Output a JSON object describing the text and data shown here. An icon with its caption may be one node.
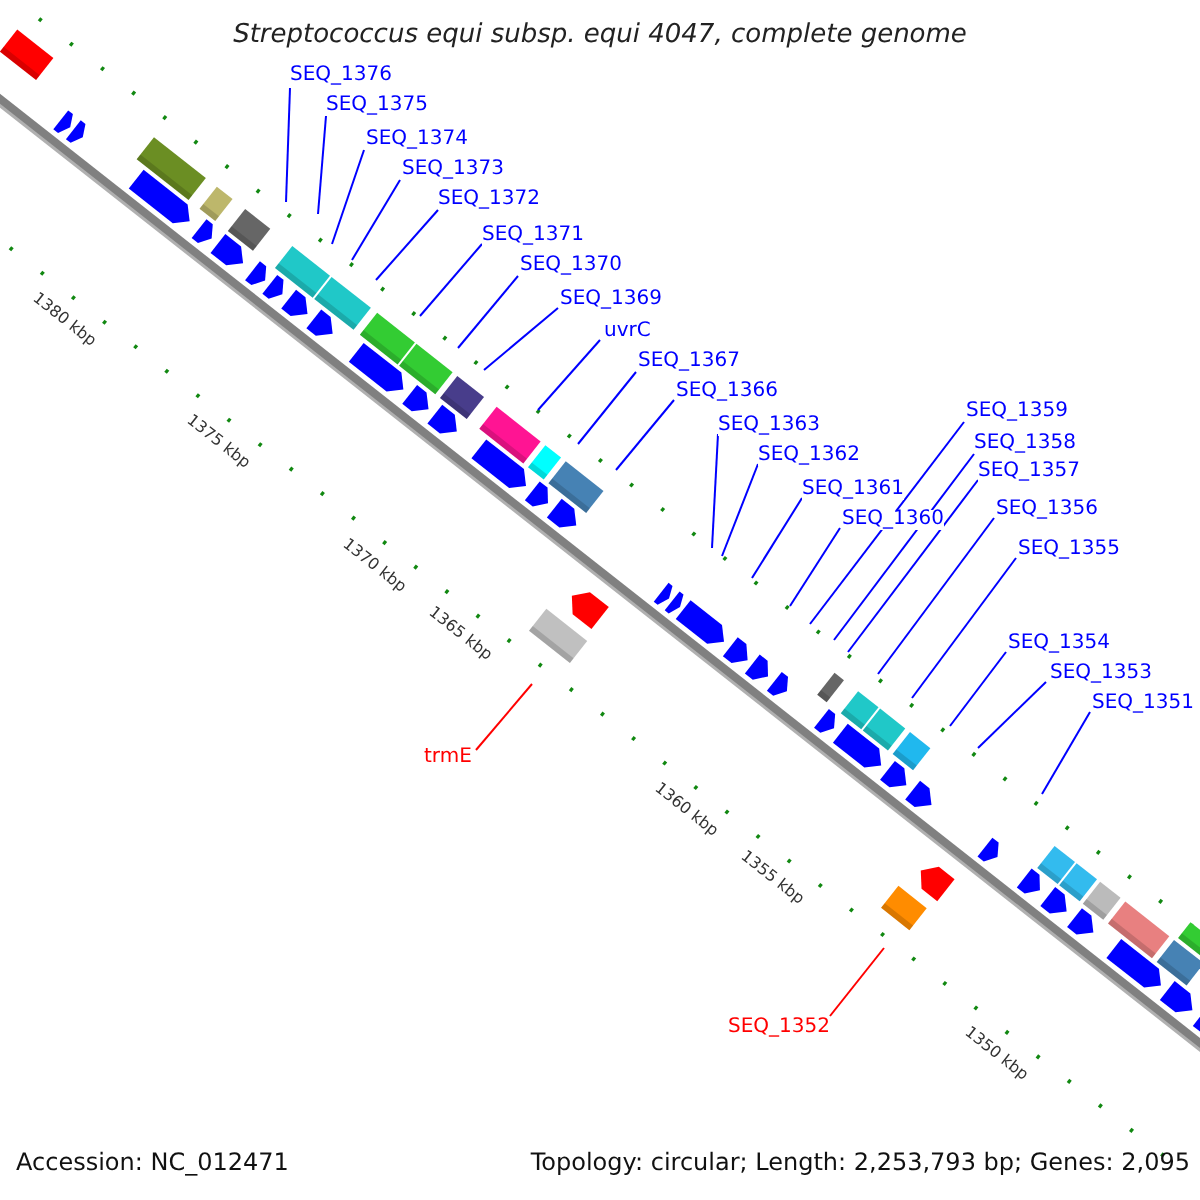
{
  "diagram": {
    "title": "Streptococcus equi subsp. equi 4047, complete genome",
    "nodes": [
      {
        "text": [
          "SEQ_1376"
        ]
      },
      {
        "text": [
          "SEQ_1375"
        ]
      },
      {
        "text": [
          "SEQ_1374"
        ]
      },
      {
        "text": [
          "SEQ_1373"
        ]
      },
      {
        "text": [
          "SEQ_1372"
        ]
      },
      {
        "text": [
          "SEQ_1371"
        ]
      },
      {
        "text": [
          "SEQ_1370"
        ]
      },
      {
        "text": [
          "SEQ_1369"
        ]
      },
      {
        "text": [
          "uvrC"
        ]
      },
      {
        "text": [
          "SEQ_1367"
        ]
      },
      {
        "text": [
          "SEQ_1366"
        ]
      },
      {
        "text": [
          "SEQ_1363"
        ]
      },
      {
        "text": [
          "SEQ_1362"
        ]
      },
      {
        "text": [
          "SEQ_1361"
        ]
      },
      {
        "text": [
          "SEQ_1360"
        ]
      },
      {
        "text": [
          "SEQ_1359"
        ]
      },
      {
        "text": [
          "SEQ_1358"
        ]
      },
      {
        "text": [
          "SEQ_1357"
        ]
      },
      {
        "text": [
          "SEQ_1356"
        ]
      },
      {
        "text": [
          "SEQ_1355"
        ]
      },
      {
        "text": [
          "SEQ_1354"
        ]
      },
      {
        "text": [
          "SEQ_1353"
        ]
      },
      {
        "text": [
          "SEQ_1351"
        ]
      },
      {
        "text": [
          "trmE"
        ]
      },
      {
        "text": [
          "SEQ_1352"
        ]
      }
    ],
    "edges": [
      {
        "from": 0,
        "to": null,
        "arrow": "none"
      },
      {
        "from": 1,
        "to": null,
        "arrow": "none"
      },
      {
        "from": 2,
        "to": null,
        "arrow": "none"
      },
      {
        "from": 3,
        "to": null,
        "arrow": "none"
      },
      {
        "from": 4,
        "to": null,
        "arrow": "none"
      },
      {
        "from": 5,
        "to": null,
        "arrow": "none"
      },
      {
        "from": 6,
        "to": null,
        "arrow": "none"
      },
      {
        "from": 7,
        "to": null,
        "arrow": "none"
      },
      {
        "from": 8,
        "to": null,
        "arrow": "none"
      },
      {
        "from": 9,
        "to": null,
        "arrow": "none"
      },
      {
        "from": 10,
        "to": null,
        "arrow": "none"
      },
      {
        "from": 11,
        "to": null,
        "arrow": "none"
      },
      {
        "from": 12,
        "to": null,
        "arrow": "none"
      },
      {
        "from": 13,
        "to": null,
        "arrow": "none"
      },
      {
        "from": 14,
        "to": null,
        "arrow": "none"
      },
      {
        "from": 15,
        "to": null,
        "arrow": "none"
      },
      {
        "from": 16,
        "to": null,
        "arrow": "none"
      },
      {
        "from": 17,
        "to": null,
        "arrow": "none"
      },
      {
        "from": 18,
        "to": null,
        "arrow": "none"
      },
      {
        "from": 19,
        "to": null,
        "arrow": "none"
      },
      {
        "from": 20,
        "to": null,
        "arrow": "none"
      },
      {
        "from": 21,
        "to": null,
        "arrow": "none"
      },
      {
        "from": 22,
        "to": null,
        "arrow": "none"
      },
      {
        "from": 23,
        "to": null,
        "arrow": "none",
        "color": "#ff0000"
      },
      {
        "from": 24,
        "to": null,
        "arrow": "none",
        "color": "#ff0000"
      }
    ],
    "labels": [
      "1380 kbp",
      "1375 kbp",
      "1370 kbp",
      "1365 kbp",
      "1360 kbp",
      "1355 kbp",
      "1350 kbp",
      "Accession: NC_012471",
      "Topology: circular; Length: 2,253,793 bp; Genes: 2,095"
    ]
  }
}
